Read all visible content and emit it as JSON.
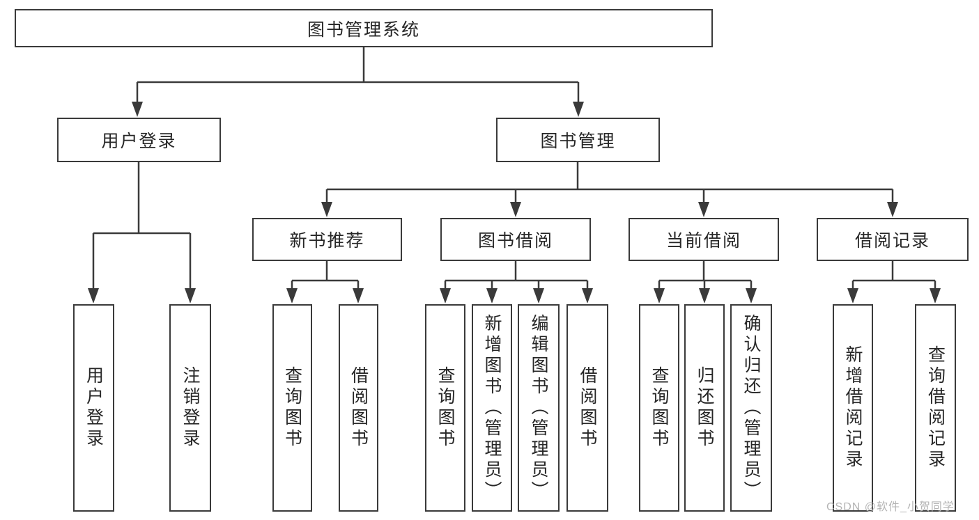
{
  "colors": {
    "line": "#3a3a3a",
    "text": "#262626",
    "boxbg": "#ffffff",
    "pagebg": "#ffffff",
    "watermark": "#b4b4b4"
  },
  "tree": {
    "root": "图书管理系统",
    "branches": [
      {
        "label": "用户登录",
        "children": [
          "用户登录",
          "注销登录"
        ]
      },
      {
        "label": "图书管理",
        "sections": [
          {
            "label": "新书推荐",
            "children": [
              "查询图书",
              "借阅图书"
            ]
          },
          {
            "label": "图书借阅",
            "children": [
              "查询图书",
              "新增图书（管理员）",
              "编辑图书（管理员）",
              "借阅图书"
            ]
          },
          {
            "label": "当前借阅",
            "children": [
              "查询图书",
              "归还图书",
              "确认归还（管理员）"
            ]
          },
          {
            "label": "借阅记录",
            "children": [
              "新增借阅记录",
              "查询借阅记录"
            ]
          }
        ]
      }
    ]
  },
  "watermark": {
    "text": "CSDN @软件_小贺同学"
  }
}
